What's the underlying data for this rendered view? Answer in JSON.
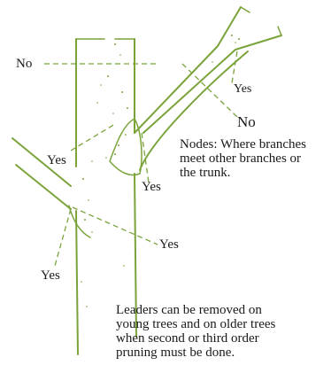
{
  "colors": {
    "tree": "#7aa33a",
    "text": "#1a1a1a",
    "background": "#ffffff"
  },
  "labels": {
    "no_left": "No",
    "yes_upper_right": "Yes",
    "no_right": "No",
    "yes_left_branch": "Yes",
    "yes_trunk_node": "Yes",
    "yes_lower_right": "Yes",
    "yes_lower_left": "Yes"
  },
  "notes": {
    "nodes": [
      "Nodes: Where branches",
      "meet other branches or",
      "the trunk."
    ],
    "leaders": [
      "Leaders can be removed on",
      "young trees and on older trees",
      "when second or third order",
      "pruning must be done."
    ]
  }
}
